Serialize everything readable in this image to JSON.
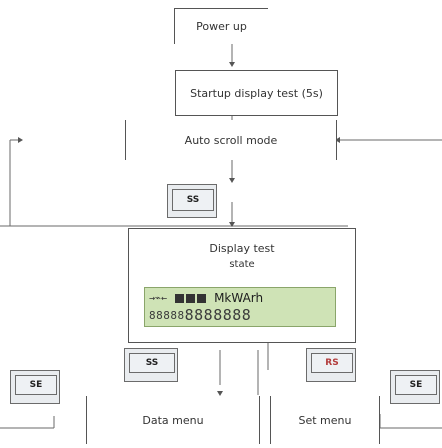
{
  "nodes": {
    "power_up": "Power up",
    "startup_test": "Startup display test (5s)",
    "auto_scroll": "Auto scroll mode",
    "display_test_line1": "Display test",
    "display_test_line2": "state",
    "data_menu": "Data menu",
    "set_menu": "Set menu"
  },
  "keys": {
    "ss_top": "SS",
    "ss_bottom": "SS",
    "rs": "RS",
    "se_left": "SE",
    "se_right": "SE"
  },
  "lcd": {
    "arrow_glyph": "→⌁←",
    "unit": "MkWArh",
    "digits_small": "88888",
    "digits_large": "8888888"
  }
}
